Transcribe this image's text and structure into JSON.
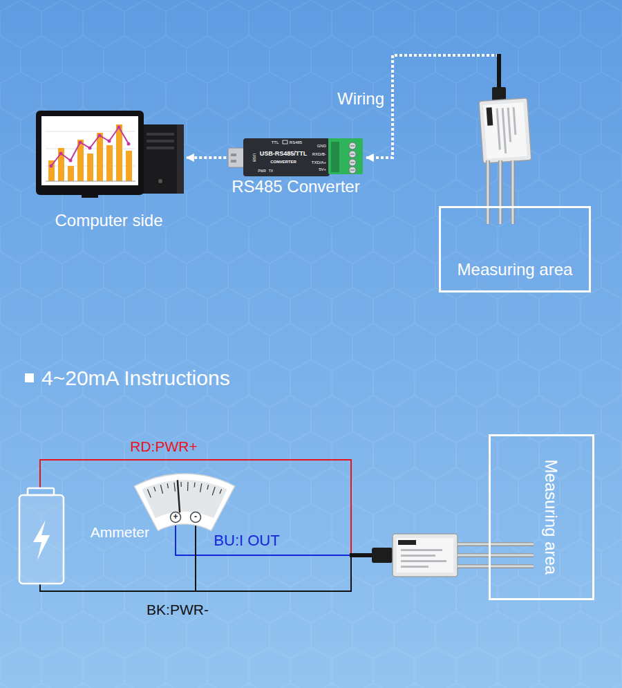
{
  "diagram": {
    "nodes": [
      {
        "text": [
          "Computer side"
        ]
      },
      {
        "text": [
          "RS485 Converter"
        ]
      },
      {
        "text": [
          "Measuring area"
        ]
      },
      {
        "text": [
          "Ammeter",
          "+",
          "-"
        ]
      },
      {
        "text": [
          "Measuring area"
        ]
      }
    ],
    "edges": [
      {
        "from": 1,
        "to": 0,
        "arrow": "to"
      }
    ],
    "labels": [
      "Wiring",
      "TTL",
      "RS485",
      "USB",
      "USB-RS485/TTL",
      "CONVERTER",
      "GND",
      "RXD/B-",
      "TXD/A+",
      "5V+",
      "PWR",
      "TX",
      "4~20mA Instructions",
      "RD:PWR+",
      "BU:I OUT",
      "BK:PWR-"
    ]
  }
}
